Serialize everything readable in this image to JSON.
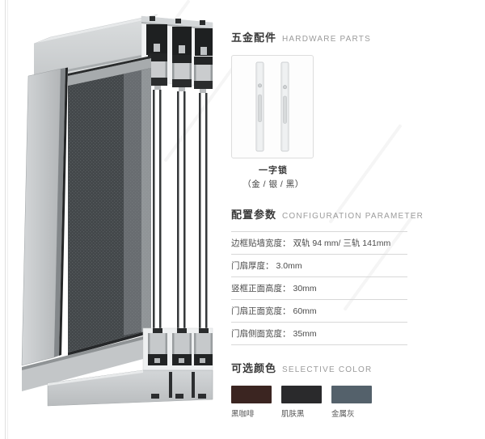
{
  "hardware": {
    "title_zh": "五金配件",
    "title_en": "HARDWARE PARTS",
    "item_name": "一字锁",
    "item_variants": "（金 / 银 / 黑）"
  },
  "configuration": {
    "title_zh": "配置参数",
    "title_en": "CONFIGURATION PARAMETER",
    "rows": [
      {
        "label": "边框贴墙宽度：",
        "value": "双轨 94 mm/ 三轨 141mm"
      },
      {
        "label": "门扇厚度：",
        "value": "3.0mm"
      },
      {
        "label": "竖框正面高度：",
        "value": "30mm"
      },
      {
        "label": "门扇正面宽度：",
        "value": "60mm"
      },
      {
        "label": "门扇侧面宽度：",
        "value": "35mm"
      }
    ]
  },
  "colors": {
    "title_zh": "可选颜色",
    "title_en": "SELECTIVE COLOR",
    "swatches": [
      {
        "label": "黑咖啡",
        "hex": "#3b2521"
      },
      {
        "label": "肌肤黑",
        "hex": "#2a2a2c"
      },
      {
        "label": "金属灰",
        "hex": "#54616b"
      }
    ]
  }
}
